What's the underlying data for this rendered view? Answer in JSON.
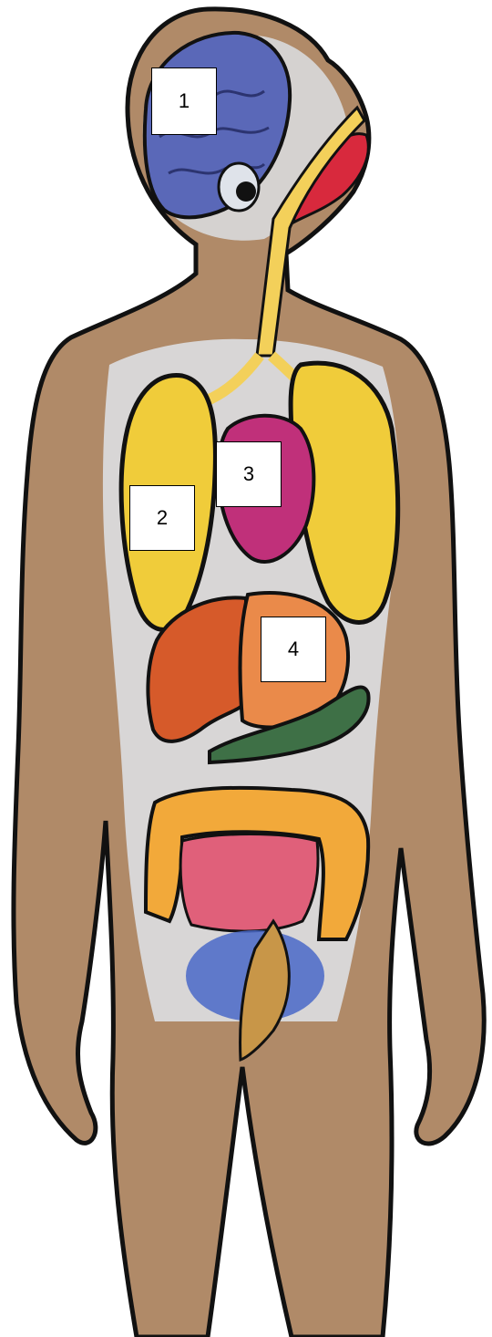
{
  "figure": {
    "labels": [
      {
        "text": "1",
        "points_to": "brain"
      },
      {
        "text": "2",
        "points_to": "lungs"
      },
      {
        "text": "3",
        "points_to": "heart"
      },
      {
        "text": "4",
        "points_to": "stomach"
      }
    ]
  },
  "colors": {
    "skin": "#b08a68",
    "skin_shadow": "#8e6a4c",
    "body_fill": "#dfe3ea",
    "outline": "#111111",
    "brain": "#5a68b8",
    "lungs": "#f0cc3a",
    "airway": "#f3d05a",
    "mouth": "#d8293d",
    "heart": "#c0307a",
    "liver": "#d65a2a",
    "stomach": "#ea8a4a",
    "pancreas": "#3e7046",
    "intestine": "#f2a93a",
    "small_intestine": "#e0607a",
    "bladder": "#4a68c8",
    "rectum": "#c89648"
  }
}
